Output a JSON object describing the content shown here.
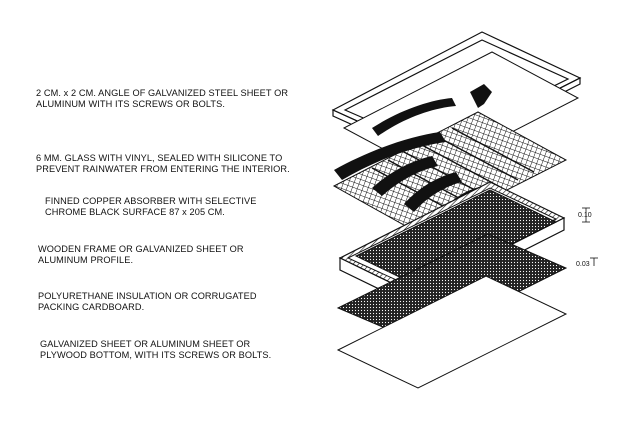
{
  "labels": [
    {
      "line1": "2 CM. x 2 CM. ANGLE OF GALVANIZED STEEL SHEET OR",
      "line2": "ALUMINUM WITH ITS SCREWS OR BOLTS."
    },
    {
      "line1": "6 MM. GLASS WITH VINYL, SEALED WITH SILICONE TO",
      "line2": "PREVENT RAINWATER FROM ENTERING THE INTERIOR."
    },
    {
      "line1": "FINNED COPPER ABSORBER WITH SELECTIVE",
      "line2": "CHROME BLACK SURFACE 87 x 205 CM."
    },
    {
      "line1": "WOODEN FRAME OR GALVANIZED SHEET OR",
      "line2": "ALUMINUM PROFILE."
    },
    {
      "line1": "POLYURETHANE INSULATION OR CORRUGATED",
      "line2": "PACKING CARDBOARD."
    },
    {
      "line1": "GALVANIZED SHEET OR ALUMINUM SHEET OR",
      "line2": "PLYWOOD BOTTOM, WITH ITS SCREWS OR BOLTS."
    }
  ],
  "dimensions": {
    "frame_depth": "0.10",
    "insulation_depth": "0.03"
  }
}
